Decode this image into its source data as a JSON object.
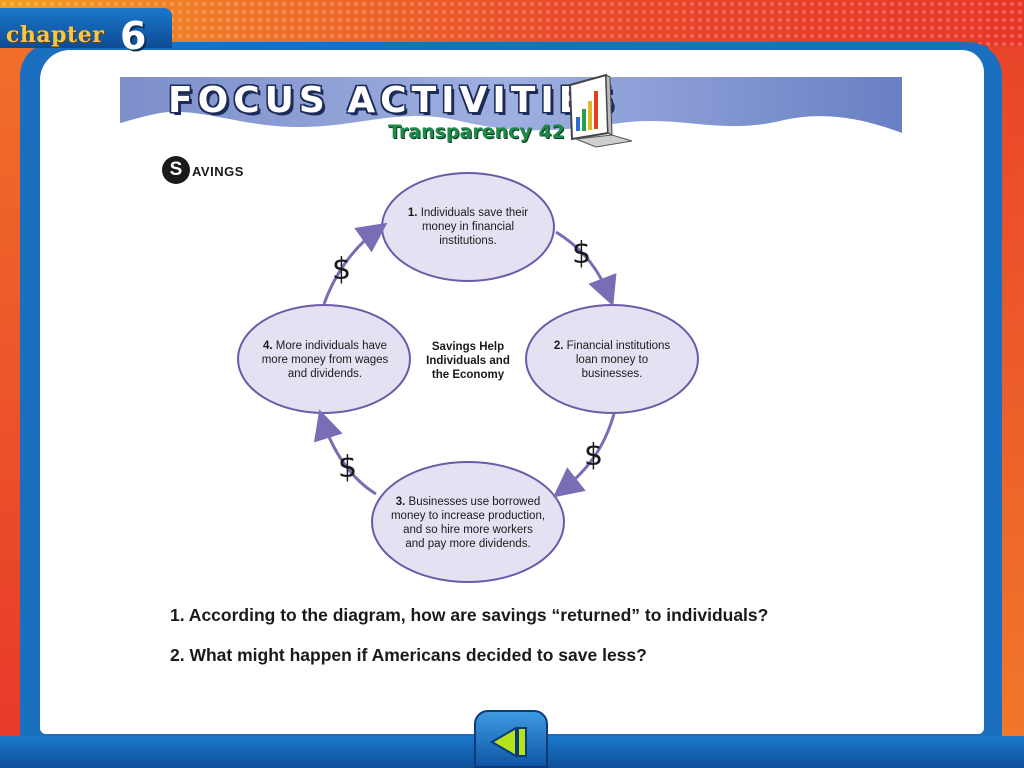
{
  "chapter": {
    "label": "chapter",
    "number": "6"
  },
  "banner": {
    "title": "FOCUS ACTIVITIES",
    "subtitle": "Transparency 42"
  },
  "section": {
    "initial": "S",
    "rest": "AVINGS"
  },
  "diagram": {
    "center_label": [
      "Savings Help",
      "Individuals and",
      "the Economy"
    ],
    "nodes": [
      {
        "number": "1.",
        "lines": [
          "Individuals save their",
          "money in financial",
          "institutions."
        ]
      },
      {
        "number": "2.",
        "lines": [
          "Financial institutions",
          "loan money to",
          "businesses."
        ]
      },
      {
        "number": "3.",
        "lines": [
          "Businesses use borrowed",
          "money to increase production,",
          "and so hire more workers",
          "and pay more dividends."
        ]
      },
      {
        "number": "4.",
        "lines": [
          "More individuals have",
          "more money from wages",
          "and dividends."
        ]
      }
    ],
    "arrow_symbol": "$"
  },
  "questions": [
    "1.  According to the diagram, how are savings “returned” to individuals?",
    "2.  What might happen if Americans decided to save less?"
  ],
  "colors": {
    "ellipse_fill": "#e6e1f2",
    "ellipse_stroke": "#6a5aa8",
    "arrow": "#7a6cb5",
    "accent_green": "#1d8a49"
  },
  "icons": {
    "banner_icon": "bar-chart-monitor-icon",
    "nav": "back-triangle-icon"
  }
}
